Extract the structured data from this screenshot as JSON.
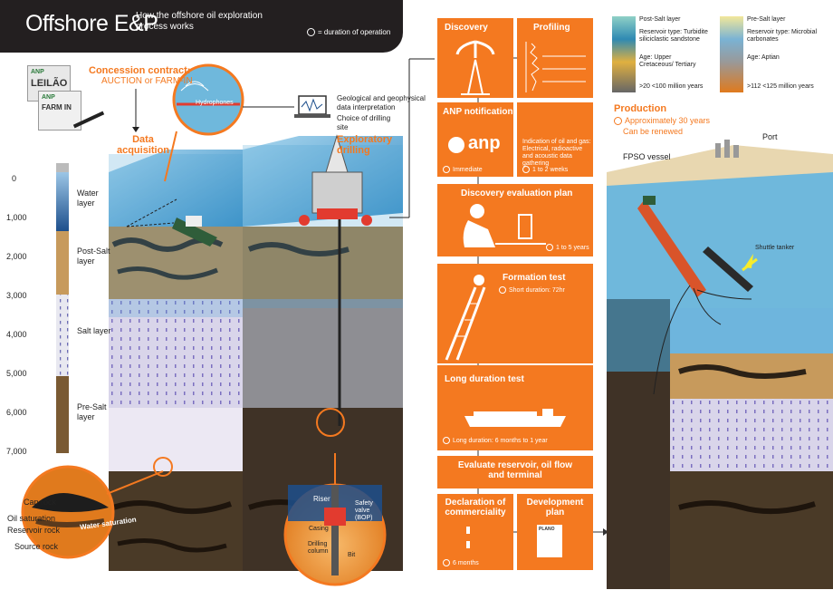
{
  "header": {
    "title": "Offshore E&P",
    "subtitle": "How the offshore oil exploration process works",
    "legend": "= duration of operation"
  },
  "documents": {
    "doc1": "LEILÃO",
    "doc2": "FARM IN",
    "logo": "ANP"
  },
  "left": {
    "concession_title": "Concession contract:",
    "concession_sub": "AUCTION or FARM-IN",
    "data_acquisition": "Data acquisition",
    "hydrophones": "Hydrophones",
    "geo_interp": "Geological and geophysical data interpretation",
    "choice_site": "Choice of drilling site",
    "exploratory_drilling": "Exploratory drilling"
  },
  "column": {
    "depths": [
      "0",
      "1,000",
      "2,000",
      "3,000",
      "4,000",
      "5,000",
      "6,000",
      "7,000"
    ],
    "layers": [
      "Water layer",
      "Post-Salt layer",
      "Salt layer",
      "Pre-Salt layer"
    ]
  },
  "rock_labels": [
    "Cap rock",
    "Oil saturation",
    "Reservoir rock",
    "Source rock"
  ],
  "water_saturation": "Water saturation",
  "well_labels": {
    "riser": "Riser",
    "safety": "Safety valve (BOP)",
    "casing": "Casing",
    "drilling": "Drilling column",
    "bit": "Bit"
  },
  "flow": {
    "discovery": "Discovery",
    "profiling": "Profiling",
    "anp_notification": "ANP notification",
    "anp_immediate": "Immediate",
    "profiling_desc": "Indication of oil and gas: Electrical, radioactive and acoustic data gathering",
    "profiling_dur": "1 to 2 weeks",
    "eval_plan": "Discovery evaluation plan",
    "eval_dur": "1 to 5 years",
    "formation_test": "Formation test",
    "formation_dur": "Short duration: 72hr",
    "long_test": "Long duration test",
    "long_dur": "Long duration: 6 months to 1 year",
    "evaluate": "Evaluate reservoir, oil flow and terminal",
    "declaration": "Declaration of commerciality",
    "decl_dur": "6 months",
    "development": "Development plan",
    "plano": "PLANO"
  },
  "legend_layers": {
    "post_title": "Post-Salt layer",
    "post_res": "Reservoir type: Turbidite siliciclastic sandstone",
    "post_age": "Age: Upper Cretaceous/ Tertiary",
    "post_years": ">20 <100 million years",
    "pre_title": "Pre-Salt layer",
    "pre_res": "Reservoir type: Microbial carbonates",
    "pre_age": "Age: Aptian",
    "pre_years": ">112 <125 million years"
  },
  "production": {
    "title": "Production",
    "line1": "Approximately 30 years",
    "line2": "Can be renewed"
  },
  "right": {
    "port": "Port",
    "fpso": "FPSO vessel",
    "shuttle": "Shuttle tanker"
  },
  "colors": {
    "orange": "#f47920",
    "header": "#231f20",
    "sea": "#6fb8dc",
    "water_blue": "#1d4f8c"
  }
}
